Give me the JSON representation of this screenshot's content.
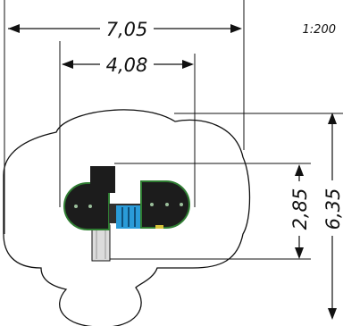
{
  "drawing": {
    "scale_label": "1:200",
    "dimensions": {
      "overall_width": "7,05",
      "equipment_width": "4,08",
      "equipment_depth": "2,85",
      "overall_depth": "6,35"
    }
  },
  "colors": {
    "line": "#111111",
    "safety_zone_fill": "#ffffff",
    "equipment_dark": "#1c1c1c",
    "deck_green": "#2f7d32",
    "steps_blue": "#2a9bd8",
    "accent_yellow": "#d8c33a",
    "slide_fill": "#dcdcdc"
  }
}
